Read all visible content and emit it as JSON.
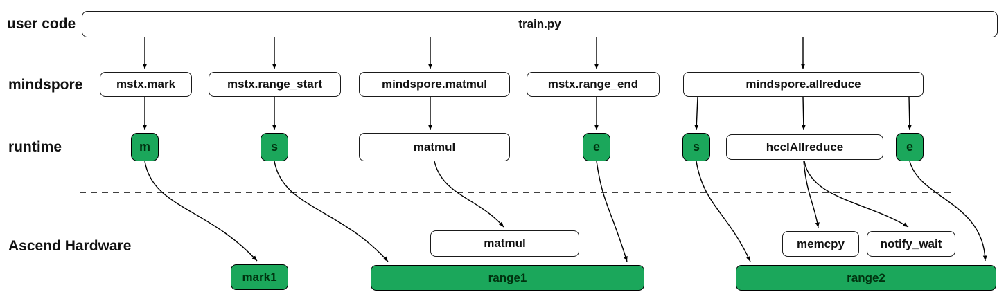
{
  "rows": {
    "user_code": {
      "label": "user code"
    },
    "mindspore": {
      "label": "mindspore"
    },
    "runtime": {
      "label": "runtime"
    },
    "hardware": {
      "label": "Ascend Hardware"
    }
  },
  "boxes": {
    "train_py": "train.py",
    "mstx_mark": "mstx.mark",
    "mstx_range_start": "mstx.range_start",
    "mindspore_matmul": "mindspore.matmul",
    "mstx_range_end": "mstx.range_end",
    "mindspore_allreduce": "mindspore.allreduce",
    "rt_m": "m",
    "rt_s1": "s",
    "rt_matmul": "matmul",
    "rt_e1": "e",
    "rt_s2": "s",
    "rt_hccl": "hcclAllreduce",
    "rt_e2": "e",
    "hw_matmul": "matmul",
    "hw_memcpy": "memcpy",
    "hw_notify_wait": "notify_wait",
    "hw_mark1": "mark1",
    "hw_range1": "range1",
    "hw_range2": "range2"
  },
  "colors": {
    "marker_green": "#1ba75b",
    "box_fill": "#ffffff",
    "line": "#000000"
  }
}
